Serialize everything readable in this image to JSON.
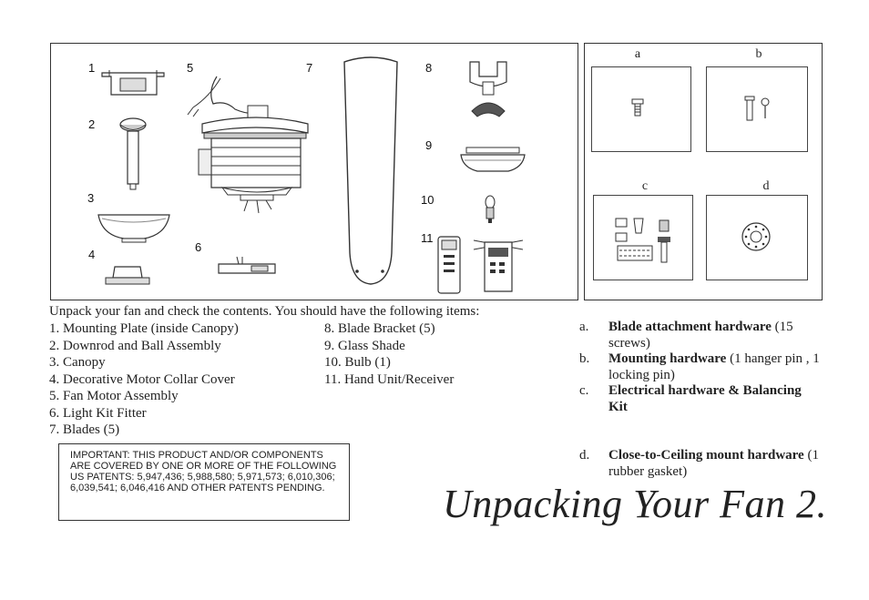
{
  "part_numbers": [
    "1",
    "2",
    "3",
    "4",
    "5",
    "6",
    "7",
    "8",
    "9",
    "10",
    "11"
  ],
  "hardware_letters": [
    "a",
    "b",
    "c",
    "d"
  ],
  "intro": "Unpack your fan and check the contents. You should have the following items:",
  "parts_left": [
    "1.  Mounting Plate (inside Canopy)",
    "2.  Downrod and Ball Assembly",
    "3.  Canopy",
    "4.  Decorative Motor Collar Cover",
    "5.  Fan Motor Assembly",
    "6.  Light Kit Fitter",
    "7.  Blades (5)"
  ],
  "parts_right": [
    "8.  Blade Bracket (5)",
    "9.  Glass Shade",
    "10. Bulb (1)",
    "11. Hand Unit/Receiver"
  ],
  "hardware": [
    {
      "letter": "a.",
      "bold": "Blade attachment hardware",
      "rest": " (15 screws)"
    },
    {
      "letter": "b.",
      "bold": "Mounting hardware",
      "rest": " (1 hanger pin , 1 locking pin)"
    },
    {
      "letter": "c.",
      "bold": "Electrical hardware & Balancing Kit",
      "rest": ""
    },
    {
      "letter": "d.",
      "bold": "Close-to-Ceiling mount hardware",
      "rest": " (1 rubber gasket)"
    }
  ],
  "patent_notice": "IMPORTANT: THIS PRODUCT AND/OR COMPONENTS ARE COVERED BY ONE OR MORE OF THE FOLLOWING US PATENTS: 5,947,436; 5,988,580; 5,971,573; 6,010,306; 6,039,541; 6,046,416 AND OTHER PATENTS PENDING.",
  "page_title": "Unpacking Your Fan 2."
}
